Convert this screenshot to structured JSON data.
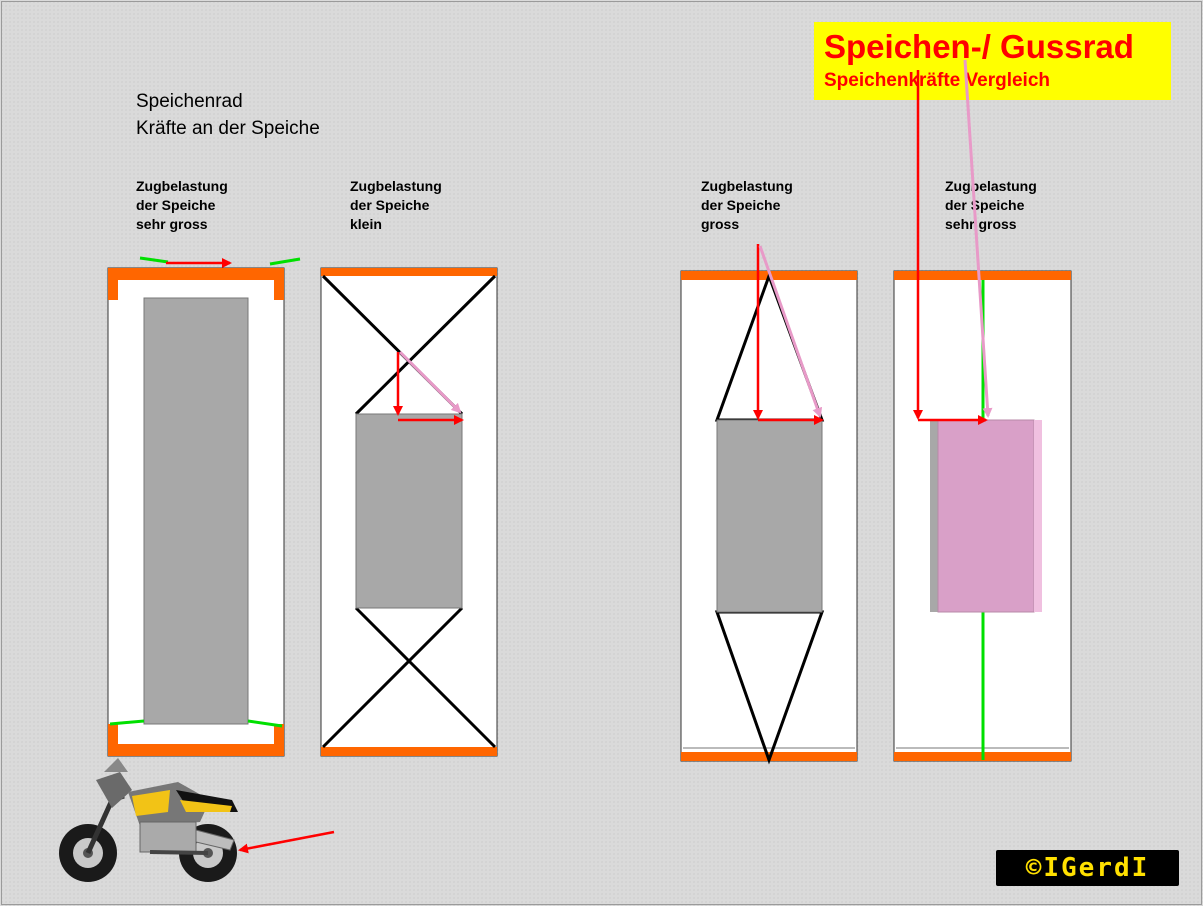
{
  "title": {
    "main": "Speichen-/ Gussrad",
    "subtitle": "Speichenkräfte Vergleich"
  },
  "heading": {
    "line1": "Speichenrad",
    "line2": "Kräfte an der Speiche"
  },
  "panels": [
    {
      "label": [
        "Zugbelastung",
        "der Speiche",
        "sehr gross"
      ]
    },
    {
      "label": [
        "Zugbelastung",
        "der Speiche",
        "klein"
      ]
    },
    {
      "label": [
        "Zugbelastung",
        "der Speiche",
        "gross"
      ]
    },
    {
      "label": [
        "Zugbelastung",
        "der Speiche",
        "sehr gross"
      ]
    }
  ],
  "copyright": "©IGerdI",
  "colors": {
    "rim": "#ff6600",
    "block": "#a8a8a8",
    "arrow": "#ff0000",
    "arrow_result": "#e89ac8",
    "spoke_green": "#00e000",
    "title_bg": "#ffff00",
    "title_text": "#ff0000",
    "cast_block": "#d9a0c8"
  },
  "icons": [
    "motorcycle-icon",
    "force-arrow-icon"
  ]
}
